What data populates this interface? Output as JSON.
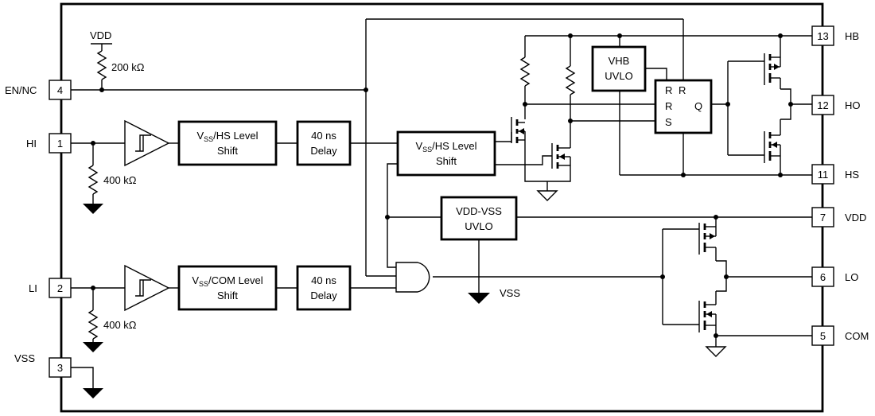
{
  "supply": {
    "vdd": "VDD",
    "r_top": "200 kΩ",
    "vss_ground": "VSS"
  },
  "pins": [
    {
      "num": "4",
      "label": "EN/NC"
    },
    {
      "num": "1",
      "label": "HI"
    },
    {
      "num": "2",
      "label": "LI"
    },
    {
      "num": "3",
      "label": "VSS"
    },
    {
      "num": "13",
      "label": "HB"
    },
    {
      "num": "12",
      "label": "HO"
    },
    {
      "num": "11",
      "label": "HS"
    },
    {
      "num": "7",
      "label": "VDD"
    },
    {
      "num": "6",
      "label": "LO"
    },
    {
      "num": "5",
      "label": "COM"
    }
  ],
  "resistors": {
    "hi_pulldown": "400 kΩ",
    "li_pulldown": "400 kΩ"
  },
  "blocks": {
    "ls_hi": {
      "pre": "V",
      "sub": "SS",
      "post": "/HS Level",
      "line2": "Shift"
    },
    "delay_hi": {
      "line1": "40 ns",
      "line2": "Delay"
    },
    "ls_mid": {
      "pre": "V",
      "sub": "SS",
      "post": "/HS Level",
      "line2": "Shift"
    },
    "ls_li": {
      "pre": "V",
      "sub": "SS",
      "post": "/COM Level",
      "line2": "Shift"
    },
    "delay_li": {
      "line1": "40 ns",
      "line2": "Delay"
    },
    "vhb_uvlo": {
      "line1": "VHB",
      "line2": "UVLO"
    },
    "vdd_uvlo": {
      "line1": "VDD-VSS",
      "line2": "UVLO"
    },
    "latch": {
      "r1": "R",
      "r2": "R",
      "r3": "R",
      "s": "S",
      "q": "Q"
    }
  }
}
